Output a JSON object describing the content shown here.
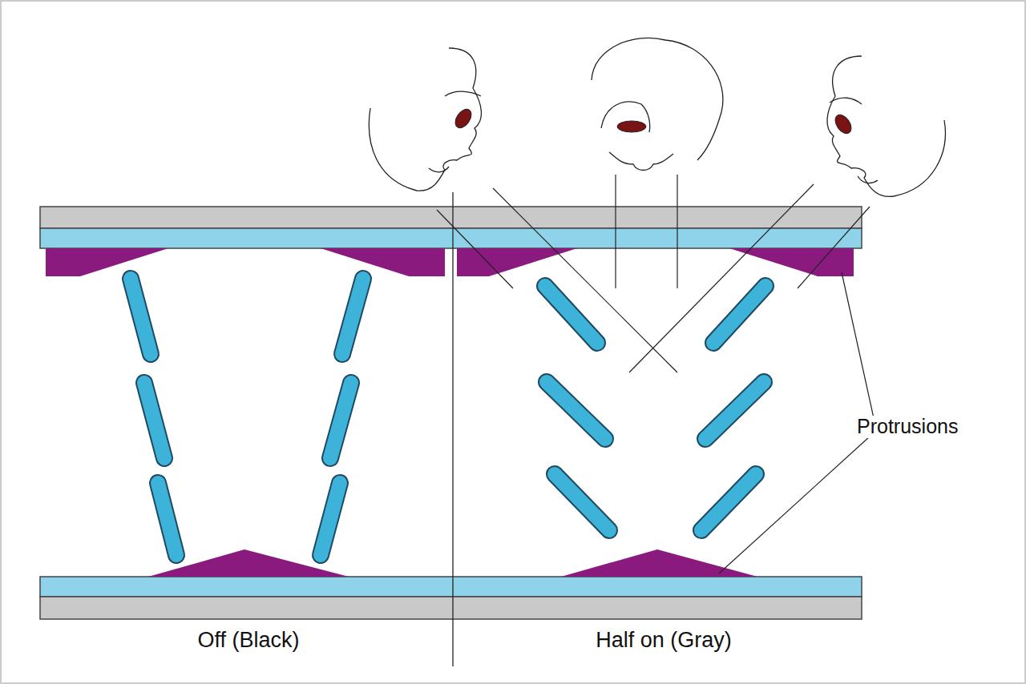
{
  "diagram": {
    "labels": [
      "Off (Black)",
      "Half on (Gray)",
      "Protrusions"
    ]
  }
}
